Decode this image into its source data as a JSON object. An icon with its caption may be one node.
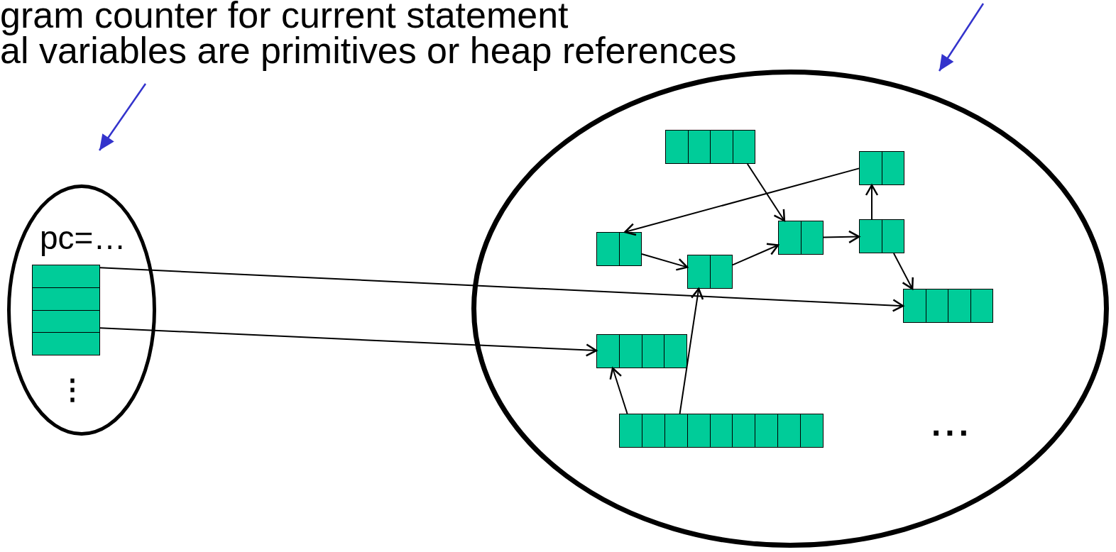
{
  "diagram": {
    "nodes": [
      {
        "text": [
          "pc=…",
          "⋮"
        ]
      },
      {
        "text": [],
        "shape": "box",
        "in": 0
      },
      {
        "text": [
          "..."
        ]
      },
      {
        "text": [],
        "shape": "box",
        "in": 2
      },
      {
        "text": [],
        "shape": "box",
        "in": 2
      },
      {
        "text": [],
        "shape": "box",
        "in": 2
      },
      {
        "text": [],
        "shape": "box",
        "in": 2
      },
      {
        "text": [],
        "shape": "box",
        "in": 2
      },
      {
        "text": [],
        "shape": "box",
        "in": 2
      },
      {
        "text": [],
        "shape": "box",
        "in": 2
      },
      {
        "text": [],
        "shape": "box",
        "in": 2
      },
      {
        "text": [],
        "shape": "box",
        "in": 2
      }
    ],
    "edges": [
      {
        "from": 3,
        "to": 6,
        "arrow": "to"
      },
      {
        "from": 4,
        "to": 5,
        "arrow": "to"
      },
      {
        "from": 5,
        "to": 8,
        "arrow": "to"
      },
      {
        "from": 8,
        "to": 6,
        "arrow": "to"
      },
      {
        "from": 6,
        "to": 7,
        "arrow": "to"
      },
      {
        "from": 7,
        "to": 4,
        "arrow": "to"
      },
      {
        "from": 7,
        "to": 9,
        "arrow": "to"
      },
      {
        "from": 11,
        "to": 10,
        "arrow": "to"
      },
      {
        "from": 11,
        "to": 8,
        "arrow": "to"
      },
      {
        "from": 1,
        "to": 9,
        "arrow": "to"
      },
      {
        "from": 1,
        "to": 10,
        "arrow": "to"
      },
      {
        "from": null,
        "to": 0,
        "arrow": "to",
        "color": "#3333cc"
      },
      {
        "from": null,
        "to": 2,
        "arrow": "to",
        "color": "#3333cc"
      }
    ],
    "labels": [
      "gram counter for current statement",
      "al variables are primitives or heap references"
    ]
  }
}
